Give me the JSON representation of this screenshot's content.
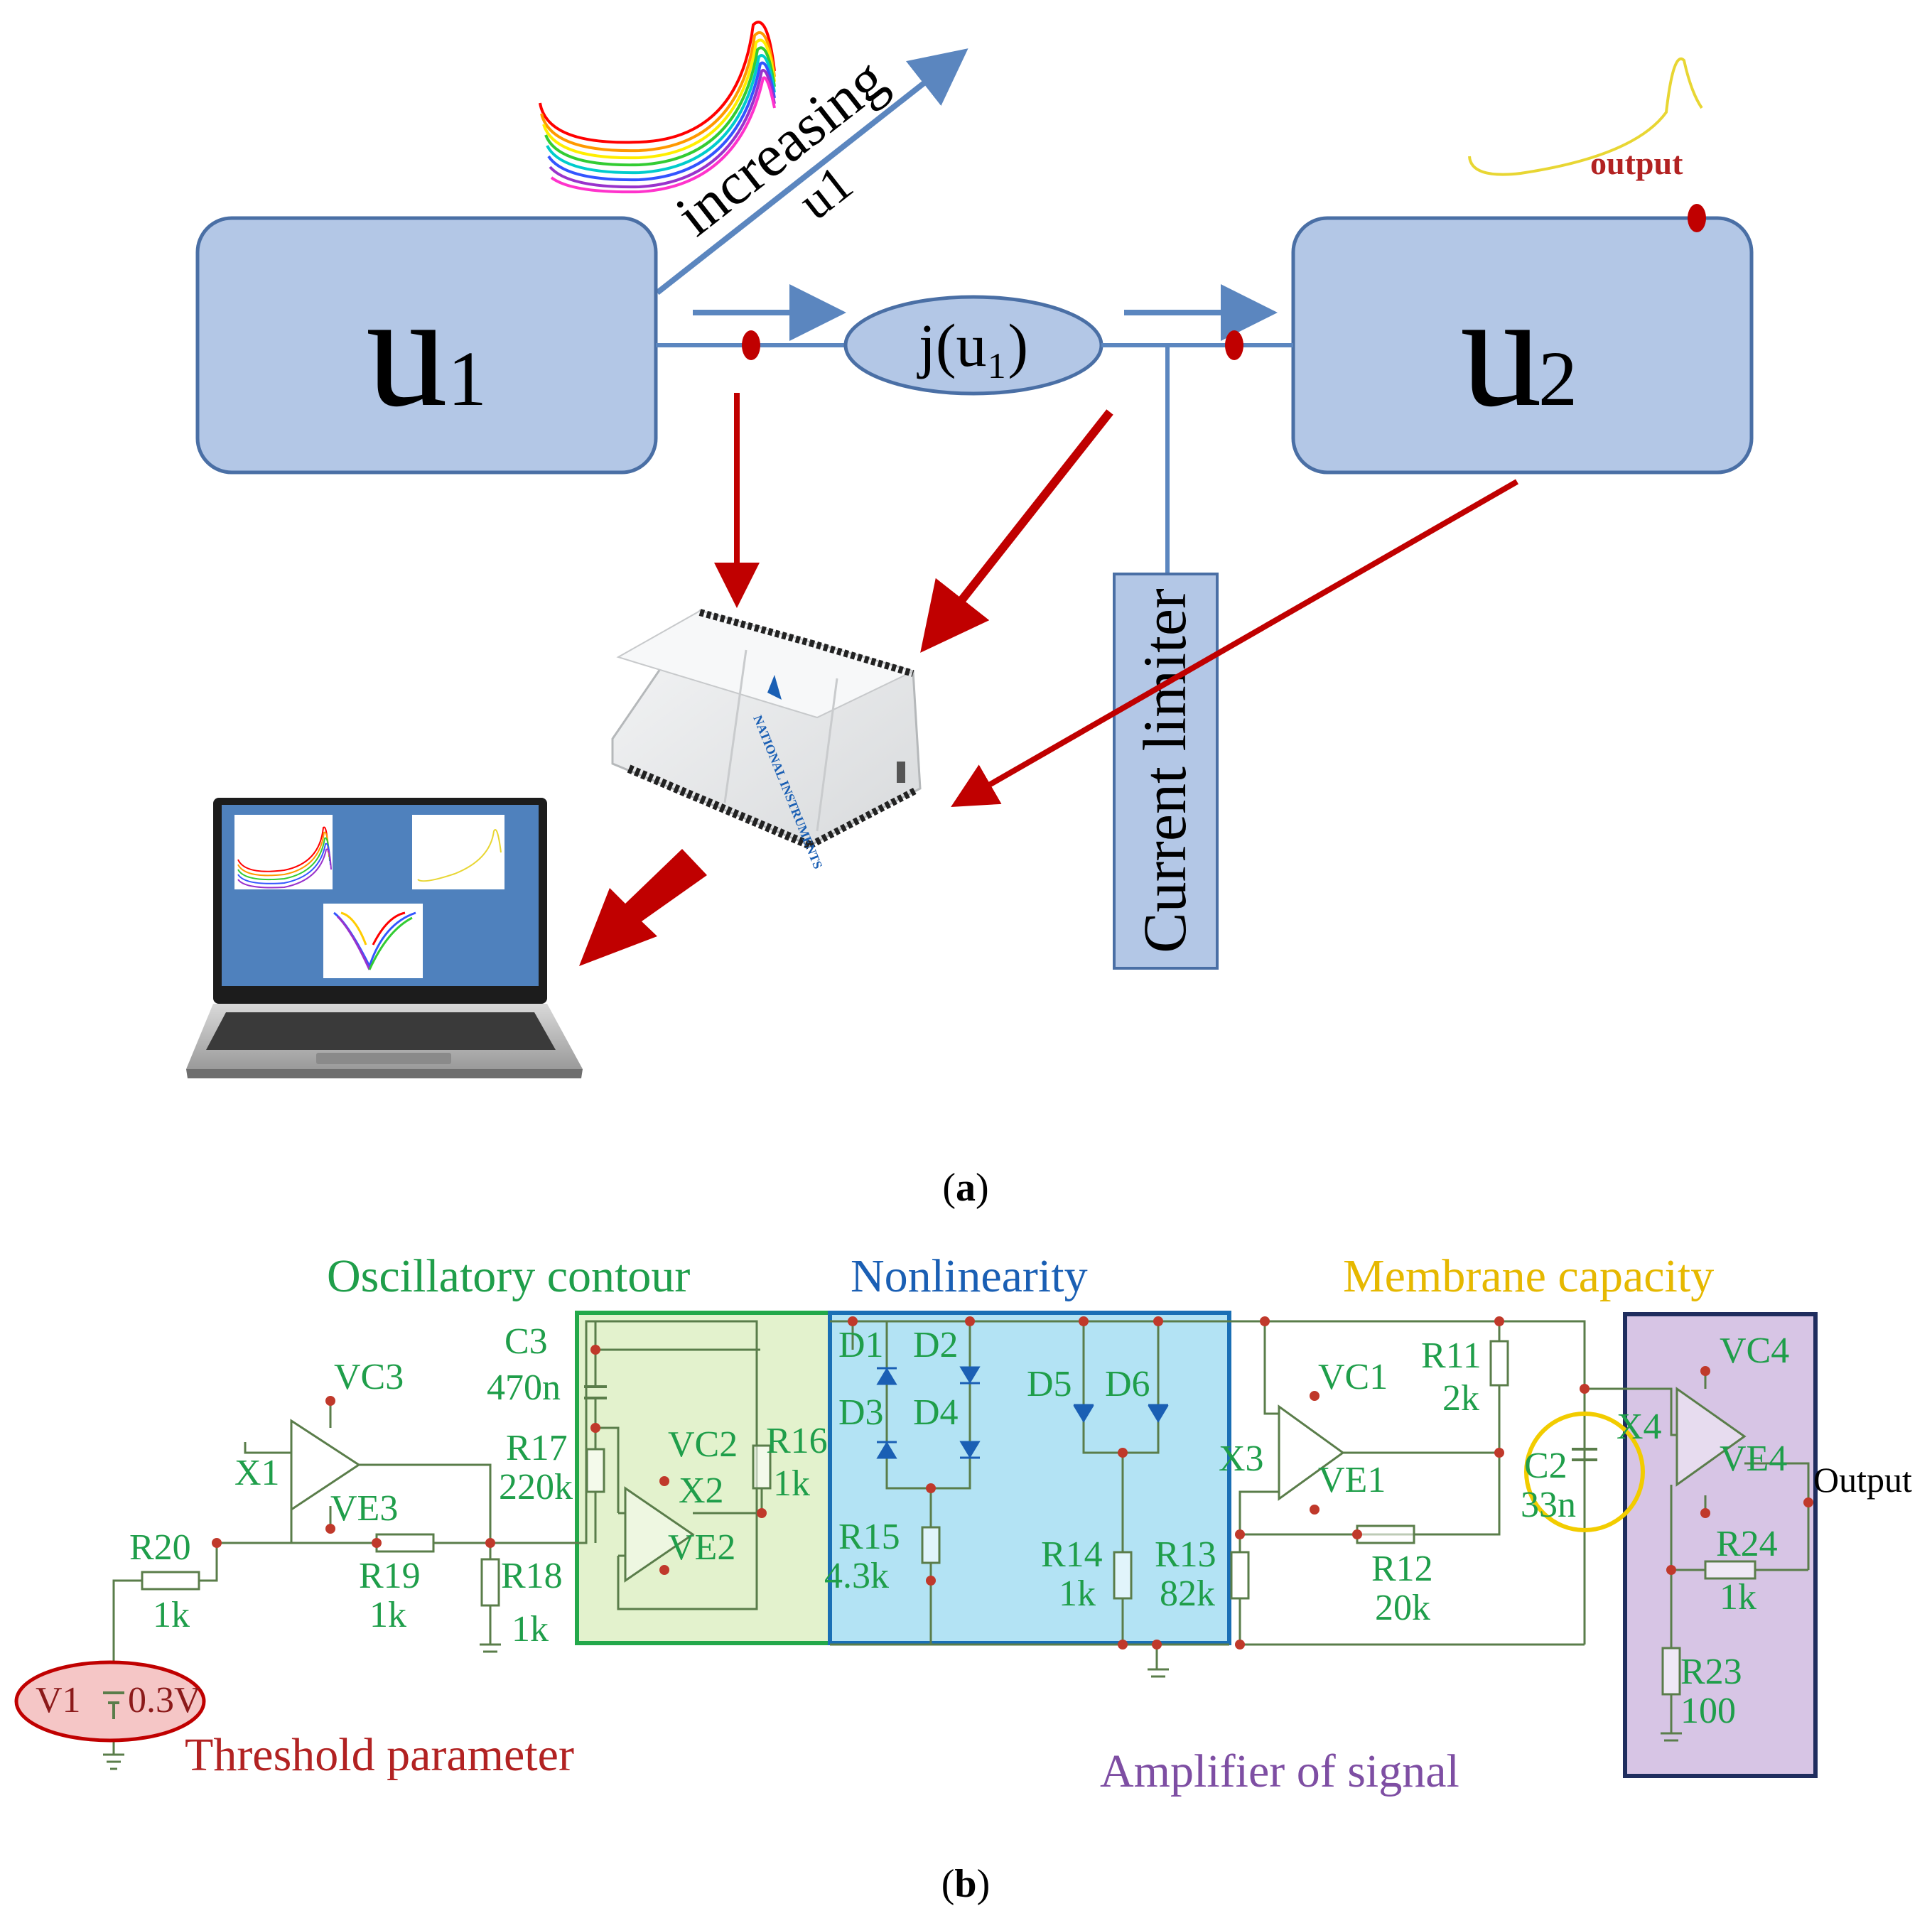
{
  "panel_a": {
    "block_u1": {
      "main": "u",
      "sub": "1"
    },
    "block_u2": {
      "main": "u",
      "sub": "2"
    },
    "coupling": "j(u₁)",
    "arrow_label_1": "increasing",
    "arrow_label_2": "u1",
    "output_label": "output",
    "current_limiter": "Current limiter",
    "device_brand": "NATIONAL INSTRUMENTS",
    "caption": {
      "open": "(",
      "letter": "a",
      "close": ")"
    }
  },
  "panel_b": {
    "labels": {
      "oscillatory": "Oscillatory contour",
      "nonlinearity": "Nonlinearity",
      "membrane": "Membrane capacity",
      "threshold": "Threshold parameter",
      "amplifier": "Amplifier of signal",
      "output": "Output"
    },
    "components": {
      "VC3": "VC3",
      "X1": "X1",
      "VE3": "VE3",
      "R20": "R20",
      "R20_val": "1k",
      "R19": "R19",
      "R19_val": "1k",
      "R18": "R18",
      "R18_val": "1k",
      "V1": "V1",
      "V1_val": "0.3V",
      "C3": "C3",
      "C3_val": "470n",
      "R17": "R17",
      "R17_val": "220k",
      "VC2": "VC2",
      "X2": "X2",
      "VE2": "VE2",
      "R16": "R16",
      "R16_val": "1k",
      "D1": "D1",
      "D2": "D2",
      "D3": "D3",
      "D4": "D4",
      "D5": "D5",
      "D6": "D6",
      "R15": "R15",
      "R15_val": "4.3k",
      "R14": "R14",
      "R14_val": "1k",
      "R13": "R13",
      "R13_val": "82k",
      "X3": "X3",
      "VC1": "VC1",
      "VE1": "VE1",
      "R11": "R11",
      "R11_val": "2k",
      "R12": "R12",
      "R12_val": "20k",
      "C2": "C2",
      "C2_val": "33n",
      "X4": "X4",
      "VC4": "VC4",
      "VE4": "VE4",
      "R24": "R24",
      "R24_val": "1k",
      "R23": "R23",
      "R23_val": "100"
    },
    "caption": {
      "open": "(",
      "letter": "b",
      "close": ")"
    }
  },
  "colors": {
    "block_fill": "#b3c7e6",
    "block_stroke": "#4a6fa5",
    "wire_blue": "#5b86bf",
    "arrow_red": "#c00000",
    "green_box": "#23a84a",
    "blue_box": "#1a6fb5",
    "purple_box": "#1f2d5e",
    "green_text": "#1f9e4a",
    "blue_text": "#1a5fb4",
    "gold_text": "#e6b800",
    "purple_text": "#7e4ea3",
    "red_text": "#b22222"
  }
}
